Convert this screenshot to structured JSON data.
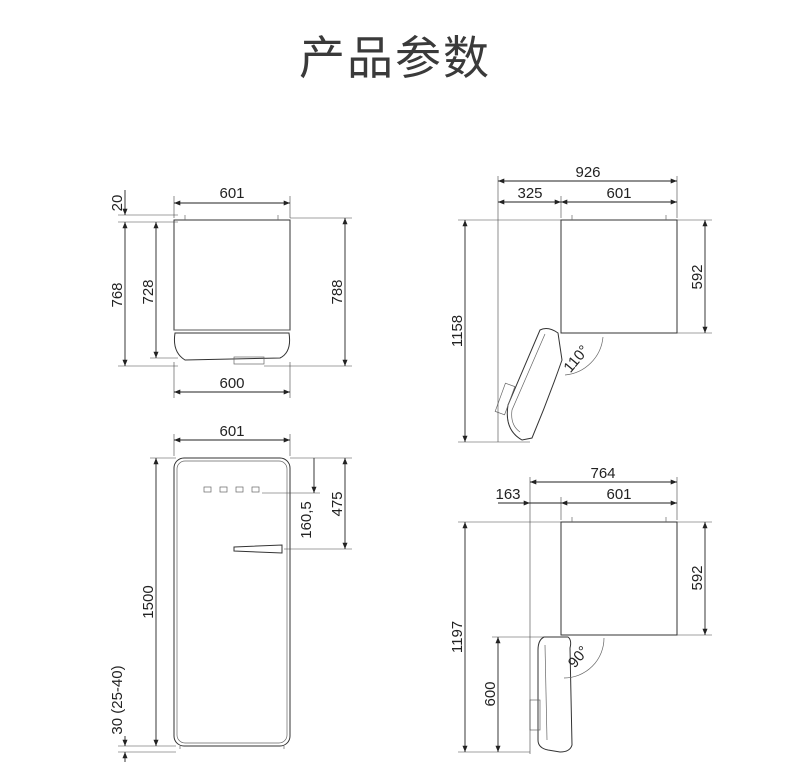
{
  "page_title": "产品参数",
  "top_view": {
    "width_top": "601",
    "depth_top": "20",
    "depth_body": "768",
    "depth_cabinet": "728",
    "depth_total": "788",
    "width_bottom": "600"
  },
  "front_view": {
    "width": "601",
    "height": "1500",
    "handle_offset": "160,5",
    "handle_height": "475",
    "feet": "30 (25-40)"
  },
  "door_open_110": {
    "total": "926",
    "door_swing": "325",
    "body": "601",
    "depth": "592",
    "diagonal": "1158",
    "angle": "110°"
  },
  "door_open_90": {
    "total": "764",
    "door_swing": "163",
    "body": "601",
    "depth": "592",
    "diagonal": "1197",
    "door_width": "600",
    "angle": "90°"
  }
}
